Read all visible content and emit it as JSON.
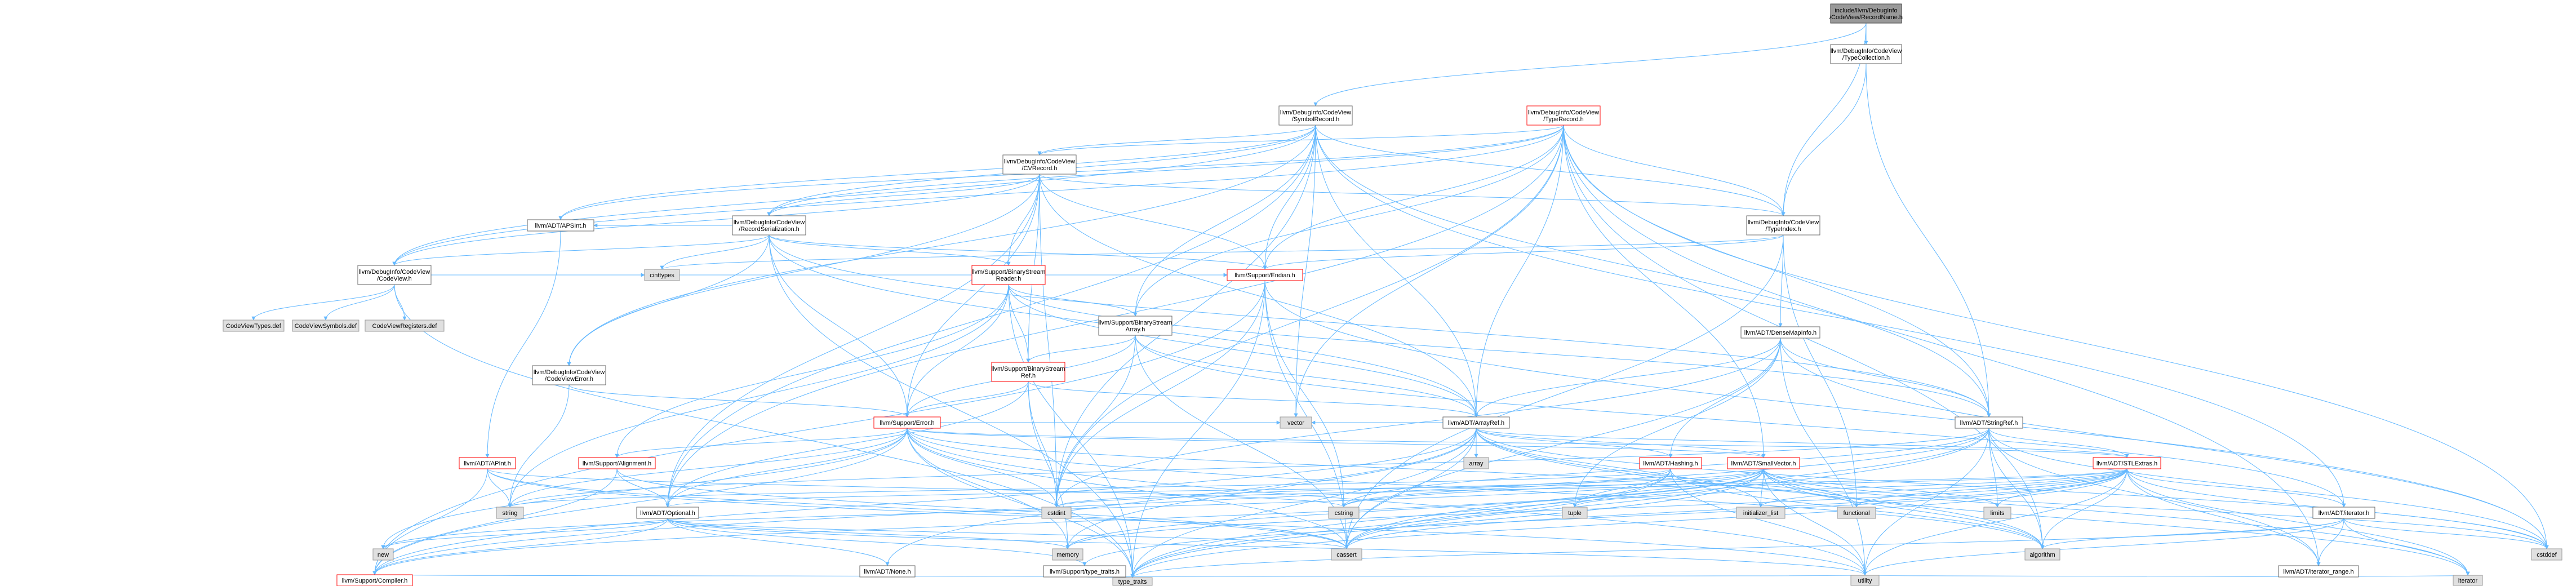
{
  "diagram": {
    "colors": {
      "edge": "#63b8ff",
      "edge_dark": "#404040",
      "root_fill": "#999999",
      "node_fill": "#ffffff",
      "node_border": "#666666",
      "truncated_border": "#ff0000",
      "system_fill": "#e0e0e0",
      "system_border": "#999999"
    },
    "nodes": [
      {
        "id": "root",
        "lines": [
          "include/llvm/DebugInfo",
          "/CodeView/RecordName.h"
        ],
        "kind": "root"
      },
      {
        "id": "typecollection",
        "lines": [
          "llvm/DebugInfo/CodeView",
          "/TypeCollection.h"
        ],
        "kind": "normal"
      },
      {
        "id": "symbolrecord",
        "lines": [
          "llvm/DebugInfo/CodeView",
          "/SymbolRecord.h"
        ],
        "kind": "normal"
      },
      {
        "id": "typerecord",
        "lines": [
          "llvm/DebugInfo/CodeView",
          "/TypeRecord.h"
        ],
        "kind": "truncated"
      },
      {
        "id": "cvrecord",
        "lines": [
          "llvm/DebugInfo/CodeView",
          "/CVRecord.h"
        ],
        "kind": "normal"
      },
      {
        "id": "typeindex",
        "lines": [
          "llvm/DebugInfo/CodeView",
          "/TypeIndex.h"
        ],
        "kind": "normal"
      },
      {
        "id": "recordserialization",
        "lines": [
          "llvm/DebugInfo/CodeView",
          "/RecordSerialization.h"
        ],
        "kind": "normal"
      },
      {
        "id": "codeview",
        "lines": [
          "llvm/DebugInfo/CodeView",
          "/CodeView.h"
        ],
        "kind": "normal"
      },
      {
        "id": "apsint",
        "lines": [
          "llvm/ADT/APSInt.h"
        ],
        "kind": "normal"
      },
      {
        "id": "binarystreamreader",
        "lines": [
          "llvm/Support/BinaryStream",
          "Reader.h"
        ],
        "kind": "truncated"
      },
      {
        "id": "endian",
        "lines": [
          "llvm/Support/Endian.h"
        ],
        "kind": "truncated"
      },
      {
        "id": "cinttypes",
        "lines": [
          "cinttypes"
        ],
        "kind": "system"
      },
      {
        "id": "codeviewtypes",
        "lines": [
          "CodeViewTypes.def"
        ],
        "kind": "system"
      },
      {
        "id": "codeviewsymbols",
        "lines": [
          "CodeViewSymbols.def"
        ],
        "kind": "system"
      },
      {
        "id": "codeviewregisters",
        "lines": [
          "CodeViewRegisters.def"
        ],
        "kind": "system"
      },
      {
        "id": "binarystreamarray",
        "lines": [
          "llvm/Support/BinaryStream",
          "Array.h"
        ],
        "kind": "normal"
      },
      {
        "id": "densemapinfo",
        "lines": [
          "llvm/ADT/DenseMapInfo.h"
        ],
        "kind": "normal"
      },
      {
        "id": "codeviewerror",
        "lines": [
          "llvm/DebugInfo/CodeView",
          "/CodeViewError.h"
        ],
        "kind": "normal"
      },
      {
        "id": "binarystreamref",
        "lines": [
          "llvm/Support/BinaryStream",
          "Ref.h"
        ],
        "kind": "truncated"
      },
      {
        "id": "stringref",
        "lines": [
          "llvm/ADT/StringRef.h"
        ],
        "kind": "normal"
      },
      {
        "id": "error",
        "lines": [
          "llvm/Support/Error.h"
        ],
        "kind": "truncated"
      },
      {
        "id": "arrayref",
        "lines": [
          "llvm/ADT/ArrayRef.h"
        ],
        "kind": "normal"
      },
      {
        "id": "vector",
        "lines": [
          "vector"
        ],
        "kind": "system"
      },
      {
        "id": "array",
        "lines": [
          "array"
        ],
        "kind": "system"
      },
      {
        "id": "apint",
        "lines": [
          "llvm/ADT/APInt.h"
        ],
        "kind": "truncated"
      },
      {
        "id": "alignment",
        "lines": [
          "llvm/Support/Alignment.h"
        ],
        "kind": "truncated"
      },
      {
        "id": "hashing",
        "lines": [
          "llvm/ADT/Hashing.h"
        ],
        "kind": "truncated"
      },
      {
        "id": "smallvector",
        "lines": [
          "llvm/ADT/SmallVector.h"
        ],
        "kind": "truncated"
      },
      {
        "id": "stlextras",
        "lines": [
          "llvm/ADT/STLExtras.h"
        ],
        "kind": "truncated"
      },
      {
        "id": "string",
        "lines": [
          "string"
        ],
        "kind": "system"
      },
      {
        "id": "cstdint",
        "lines": [
          "cstdint"
        ],
        "kind": "system"
      },
      {
        "id": "cstring",
        "lines": [
          "cstring"
        ],
        "kind": "system"
      },
      {
        "id": "tuple",
        "lines": [
          "tuple"
        ],
        "kind": "system"
      },
      {
        "id": "initializer_list",
        "lines": [
          "initializer_list"
        ],
        "kind": "system"
      },
      {
        "id": "functional",
        "lines": [
          "functional"
        ],
        "kind": "system"
      },
      {
        "id": "limits",
        "lines": [
          "limits"
        ],
        "kind": "system"
      },
      {
        "id": "optional",
        "lines": [
          "llvm/ADT/Optional.h"
        ],
        "kind": "normal"
      },
      {
        "id": "iterator",
        "lines": [
          "llvm/ADT/iterator.h"
        ],
        "kind": "normal"
      },
      {
        "id": "new",
        "lines": [
          "new"
        ],
        "kind": "system"
      },
      {
        "id": "memory",
        "lines": [
          "memory"
        ],
        "kind": "system"
      },
      {
        "id": "cassert",
        "lines": [
          "cassert"
        ],
        "kind": "system"
      },
      {
        "id": "algorithm",
        "lines": [
          "algorithm"
        ],
        "kind": "system"
      },
      {
        "id": "cstddef",
        "lines": [
          "cstddef"
        ],
        "kind": "system"
      },
      {
        "id": "none",
        "lines": [
          "llvm/ADT/None.h"
        ],
        "kind": "normal"
      },
      {
        "id": "typetraits_llvm",
        "lines": [
          "llvm/Support/type_traits.h"
        ],
        "kind": "normal"
      },
      {
        "id": "iterator_range",
        "lines": [
          "llvm/ADT/iterator_range.h"
        ],
        "kind": "normal"
      },
      {
        "id": "compiler",
        "lines": [
          "llvm/Support/Compiler.h"
        ],
        "kind": "truncated"
      },
      {
        "id": "type_traits",
        "lines": [
          "type_traits"
        ],
        "kind": "system"
      },
      {
        "id": "utility",
        "lines": [
          "utility"
        ],
        "kind": "system"
      },
      {
        "id": "iterator_std",
        "lines": [
          "iterator"
        ],
        "kind": "system"
      }
    ],
    "edges": [
      [
        "root",
        "typecollection"
      ],
      [
        "root",
        "symbolrecord"
      ],
      [
        "root",
        "typeindex"
      ],
      [
        "typecollection",
        "typeindex"
      ],
      [
        "typecollection",
        "stringref"
      ],
      [
        "symbolrecord",
        "cvrecord"
      ],
      [
        "symbolrecord",
        "codeview"
      ],
      [
        "symbolrecord",
        "recordserialization"
      ],
      [
        "symbolrecord",
        "typeindex"
      ],
      [
        "symbolrecord",
        "apsint"
      ],
      [
        "symbolrecord",
        "arrayref"
      ],
      [
        "symbolrecord",
        "endian"
      ],
      [
        "symbolrecord",
        "binarystreamarray"
      ],
      [
        "symbolrecord",
        "vector"
      ],
      [
        "symbolrecord",
        "cstdint"
      ],
      [
        "symbolrecord",
        "optional"
      ],
      [
        "symbolrecord",
        "stringref"
      ],
      [
        "symbolrecord",
        "iterator"
      ],
      [
        "symbolrecord",
        "codeviewerror"
      ],
      [
        "typerecord",
        "cvrecord"
      ],
      [
        "typerecord",
        "typeindex"
      ],
      [
        "typerecord",
        "codeview"
      ],
      [
        "typerecord",
        "apsint"
      ],
      [
        "typerecord",
        "arrayref"
      ],
      [
        "typerecord",
        "endian"
      ],
      [
        "typerecord",
        "binarystreamarray"
      ],
      [
        "typerecord",
        "vector"
      ],
      [
        "typerecord",
        "cstdint"
      ],
      [
        "typerecord",
        "stringref"
      ],
      [
        "typerecord",
        "smallvector"
      ],
      [
        "typerecord",
        "iterator_range"
      ],
      [
        "typerecord",
        "algorithm"
      ],
      [
        "typerecord",
        "cstddef"
      ],
      [
        "typerecord",
        "optional"
      ],
      [
        "typerecord",
        "recordserialization"
      ],
      [
        "cvrecord",
        "recordserialization"
      ],
      [
        "cvrecord",
        "typeindex"
      ],
      [
        "cvrecord",
        "codeview"
      ],
      [
        "cvrecord",
        "binarystreamreader"
      ],
      [
        "cvrecord",
        "binarystreamref"
      ],
      [
        "cvrecord",
        "error"
      ],
      [
        "cvrecord",
        "endian"
      ],
      [
        "cvrecord",
        "cstdint"
      ],
      [
        "cvrecord",
        "arrayref"
      ],
      [
        "cvrecord",
        "optional"
      ],
      [
        "cvrecord",
        "codeviewerror"
      ],
      [
        "typeindex",
        "endian"
      ],
      [
        "typeindex",
        "densemapinfo"
      ],
      [
        "typeindex",
        "cinttypes"
      ],
      [
        "typeindex",
        "functional"
      ],
      [
        "typeindex",
        "cassert"
      ],
      [
        "recordserialization",
        "codeview"
      ],
      [
        "recordserialization",
        "apsint"
      ],
      [
        "recordserialization",
        "arrayref"
      ],
      [
        "recordserialization",
        "codeviewerror"
      ],
      [
        "recordserialization",
        "binarystreamreader"
      ],
      [
        "recordserialization",
        "endian"
      ],
      [
        "recordserialization",
        "error"
      ],
      [
        "recordserialization",
        "stringref"
      ],
      [
        "recordserialization",
        "cinttypes"
      ],
      [
        "recordserialization",
        "type_traits"
      ],
      [
        "codeview",
        "codeviewtypes"
      ],
      [
        "codeview",
        "codeviewsymbols"
      ],
      [
        "codeview",
        "codeviewregisters"
      ],
      [
        "codeview",
        "endian"
      ],
      [
        "codeview",
        "cinttypes"
      ],
      [
        "codeview",
        "type_traits"
      ],
      [
        "apsint",
        "apint"
      ],
      [
        "binarystreamreader",
        "binarystreamarray"
      ],
      [
        "binarystreamreader",
        "binarystreamref"
      ],
      [
        "binarystreamreader",
        "error"
      ],
      [
        "binarystreamreader",
        "endian"
      ],
      [
        "binarystreamreader",
        "arrayref"
      ],
      [
        "binarystreamreader",
        "alignment"
      ],
      [
        "binarystreamreader",
        "stringref"
      ],
      [
        "binarystreamreader",
        "type_traits"
      ],
      [
        "binarystreamreader",
        "string"
      ],
      [
        "endian",
        "compiler"
      ],
      [
        "endian",
        "cassert"
      ],
      [
        "endian",
        "cstddef"
      ],
      [
        "endian",
        "cstdint"
      ],
      [
        "endian",
        "cstring"
      ],
      [
        "endian",
        "type_traits"
      ],
      [
        "binarystreamarray",
        "arrayref"
      ],
      [
        "binarystreamarray",
        "iterator"
      ],
      [
        "binarystreamarray",
        "binarystreamref"
      ],
      [
        "binarystreamarray",
        "error"
      ],
      [
        "binarystreamarray",
        "cassert"
      ],
      [
        "binarystreamarray",
        "cstdint"
      ],
      [
        "densemapinfo",
        "hashing"
      ],
      [
        "densemapinfo",
        "cassert"
      ],
      [
        "densemapinfo",
        "cstddef"
      ],
      [
        "densemapinfo",
        "cstdint"
      ],
      [
        "densemapinfo",
        "tuple"
      ],
      [
        "densemapinfo",
        "utility"
      ],
      [
        "densemapinfo",
        "arrayref"
      ],
      [
        "densemapinfo",
        "stringref"
      ],
      [
        "codeviewerror",
        "error"
      ],
      [
        "codeviewerror",
        "string"
      ],
      [
        "binarystreamref",
        "arrayref"
      ],
      [
        "binarystreamref",
        "optional"
      ],
      [
        "binarystreamref",
        "error"
      ],
      [
        "binarystreamref",
        "cstdint"
      ],
      [
        "binarystreamref",
        "memory"
      ],
      [
        "stringref",
        "stlextras"
      ],
      [
        "stringref",
        "compiler"
      ],
      [
        "stringref",
        "algorithm"
      ],
      [
        "stringref",
        "cassert"
      ],
      [
        "stringref",
        "cstddef"
      ],
      [
        "stringref",
        "cstring"
      ],
      [
        "stringref",
        "limits"
      ],
      [
        "stringref",
        "string"
      ],
      [
        "stringref",
        "type_traits"
      ],
      [
        "stringref",
        "utility"
      ],
      [
        "stringref",
        "iterator_range"
      ],
      [
        "error",
        "alignment"
      ],
      [
        "error",
        "compiler"
      ],
      [
        "error",
        "stlextras"
      ],
      [
        "error",
        "smallvector"
      ],
      [
        "error",
        "optional"
      ],
      [
        "error",
        "algorithm"
      ],
      [
        "error",
        "cassert"
      ],
      [
        "error",
        "cstdint"
      ],
      [
        "error",
        "cstdlib"
      ],
      [
        "error",
        "functional"
      ],
      [
        "error",
        "memory"
      ],
      [
        "error",
        "new"
      ],
      [
        "error",
        "string"
      ],
      [
        "error",
        "system_error"
      ],
      [
        "error",
        "type_traits"
      ],
      [
        "error",
        "utility"
      ],
      [
        "error",
        "vector"
      ],
      [
        "arrayref",
        "hashing"
      ],
      [
        "arrayref",
        "none"
      ],
      [
        "arrayref",
        "smallvector"
      ],
      [
        "arrayref",
        "stlextras"
      ],
      [
        "arrayref",
        "compiler"
      ],
      [
        "arrayref",
        "algorithm"
      ],
      [
        "arrayref",
        "array"
      ],
      [
        "arrayref",
        "cassert"
      ],
      [
        "arrayref",
        "cstddef"
      ],
      [
        "arrayref",
        "initializer_list"
      ],
      [
        "arrayref",
        "iterator_std"
      ],
      [
        "arrayref",
        "memory"
      ],
      [
        "arrayref",
        "type_traits"
      ],
      [
        "arrayref",
        "vector"
      ],
      [
        "apint",
        "compiler"
      ],
      [
        "apint",
        "cassert"
      ],
      [
        "apint",
        "climits"
      ],
      [
        "apint",
        "cstring"
      ],
      [
        "apint",
        "utility"
      ],
      [
        "apint",
        "string"
      ],
      [
        "alignment",
        "compiler"
      ],
      [
        "alignment",
        "cassert"
      ],
      [
        "alignment",
        "optional"
      ],
      [
        "hashing",
        "type_traits"
      ],
      [
        "hashing",
        "algorithm"
      ],
      [
        "hashing",
        "cassert"
      ],
      [
        "hashing",
        "cstring"
      ],
      [
        "hashing",
        "string"
      ],
      [
        "hashing",
        "tuple"
      ],
      [
        "hashing",
        "utility"
      ],
      [
        "smallvector",
        "compiler"
      ],
      [
        "smallvector",
        "type_traits"
      ],
      [
        "smallvector",
        "algorithm"
      ],
      [
        "smallvector",
        "cassert"
      ],
      [
        "smallvector",
        "cstddef"
      ],
      [
        "smallvector",
        "cstdint"
      ],
      [
        "smallvector",
        "cstring"
      ],
      [
        "smallvector",
        "functional"
      ],
      [
        "smallvector",
        "initializer_list"
      ],
      [
        "smallvector",
        "iterator_std"
      ],
      [
        "smallvector",
        "limits"
      ],
      [
        "smallvector",
        "memory"
      ],
      [
        "smallvector",
        "new"
      ],
      [
        "smallvector",
        "type_traits"
      ],
      [
        "smallvector",
        "utility"
      ],
      [
        "stlextras",
        "optional"
      ],
      [
        "stlextras",
        "iterator"
      ],
      [
        "stlextras",
        "iterator_range"
      ],
      [
        "stlextras",
        "typetraits_llvm"
      ],
      [
        "stlextras",
        "algorithm"
      ],
      [
        "stlextras",
        "cassert"
      ],
      [
        "stlextras",
        "cstddef"
      ],
      [
        "stlextras",
        "cstdint"
      ],
      [
        "stlextras",
        "functional"
      ],
      [
        "stlextras",
        "initializer_list"
      ],
      [
        "stlextras",
        "iterator_std"
      ],
      [
        "stlextras",
        "limits"
      ],
      [
        "stlextras",
        "memory"
      ],
      [
        "stlextras",
        "tuple"
      ],
      [
        "stlextras",
        "type_traits"
      ],
      [
        "stlextras",
        "utility"
      ],
      [
        "optional",
        "none"
      ],
      [
        "optional",
        "compiler"
      ],
      [
        "optional",
        "typetraits_llvm"
      ],
      [
        "optional",
        "cassert"
      ],
      [
        "optional",
        "memory"
      ],
      [
        "optional",
        "new"
      ],
      [
        "optional",
        "utility"
      ],
      [
        "iterator",
        "iterator_range"
      ],
      [
        "iterator",
        "algorithm"
      ],
      [
        "iterator",
        "cstddef"
      ],
      [
        "iterator",
        "iterator_std"
      ],
      [
        "iterator",
        "type_traits"
      ],
      [
        "iterator",
        "utility"
      ],
      [
        "typetraits_llvm",
        "compiler"
      ],
      [
        "typetraits_llvm",
        "type_traits"
      ],
      [
        "typetraits_llvm",
        "utility"
      ],
      [
        "iterator_range",
        "iterator_std"
      ],
      [
        "iterator_range",
        "utility"
      ]
    ]
  }
}
